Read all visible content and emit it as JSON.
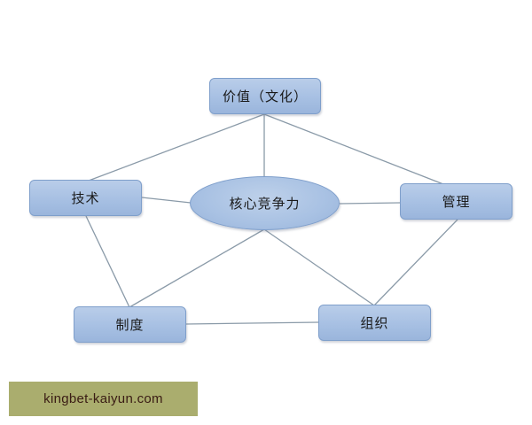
{
  "diagram": {
    "title": "核心竞争力",
    "center": {
      "label": "核心竞争力"
    },
    "nodes": {
      "value": {
        "label": "价值（文化）"
      },
      "tech": {
        "label": "技术"
      },
      "management": {
        "label": "管理"
      },
      "system": {
        "label": "制度"
      },
      "organization": {
        "label": "组织"
      }
    },
    "edges": [
      [
        "价值（文化）",
        "技术"
      ],
      [
        "价值（文化）",
        "核心竞争力"
      ],
      [
        "价值（文化）",
        "管理"
      ],
      [
        "技术",
        "核心竞争力"
      ],
      [
        "核心竞争力",
        "管理"
      ],
      [
        "技术",
        "制度"
      ],
      [
        "核心竞争力",
        "制度"
      ],
      [
        "核心竞争力",
        "组织"
      ],
      [
        "管理",
        "组织"
      ],
      [
        "制度",
        "组织"
      ]
    ],
    "colors": {
      "node_fill": "#a7c0e3",
      "node_border": "#7f9fcb",
      "edge": "#8a9aa8",
      "text": "#1a1a1a"
    }
  },
  "watermark": {
    "text": "kingbet-kaiyun.com",
    "background": "#aaad6e",
    "color": "#3a1c14"
  }
}
